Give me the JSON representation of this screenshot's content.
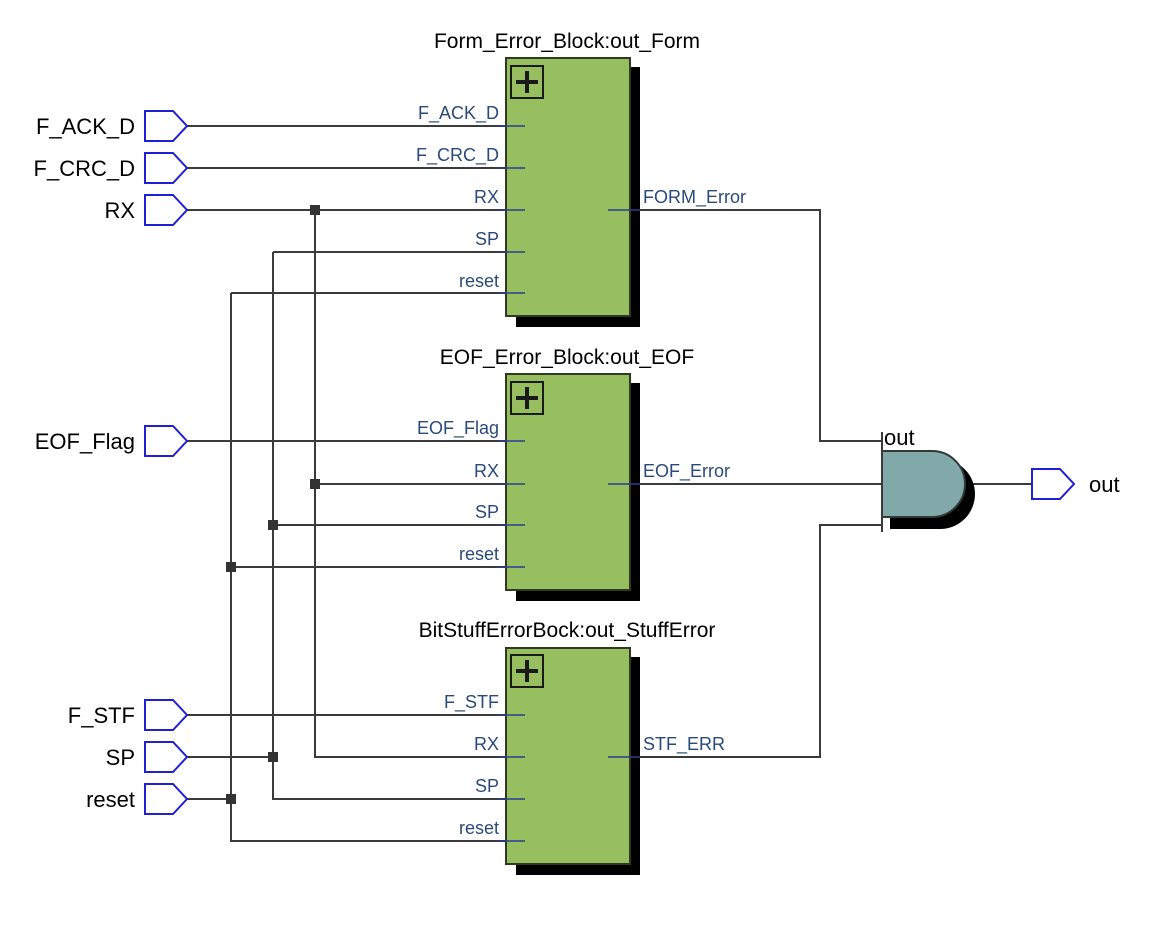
{
  "inputs": {
    "f_ack_d": "F_ACK_D",
    "f_crc_d": "F_CRC_D",
    "rx": "RX",
    "eof_flag": "EOF_Flag",
    "f_stf": "F_STF",
    "sp": "SP",
    "reset": "reset"
  },
  "output": {
    "label": "out"
  },
  "blocks": {
    "form": {
      "title": "Form_Error_Block:out_Form",
      "ports_in": [
        "F_ACK_D",
        "F_CRC_D",
        "RX",
        "SP",
        "reset"
      ],
      "port_out": "FORM_Error"
    },
    "eof": {
      "title": "EOF_Error_Block:out_EOF",
      "ports_in": [
        "EOF_Flag",
        "RX",
        "SP",
        "reset"
      ],
      "port_out": "EOF_Error"
    },
    "stuff": {
      "title": "BitStuffErrorBock:out_StuffError",
      "ports_in": [
        "F_STF",
        "RX",
        "SP",
        "reset"
      ],
      "port_out": "STF_ERR"
    }
  },
  "gate": {
    "label": "out"
  },
  "colors": {
    "block_fill": "#97bf60",
    "gate_fill": "#82a9a9",
    "pin_stroke": "#1f1fd6",
    "wire": "#3b3b3b",
    "port_text": "#2a4a7a"
  },
  "icons": {
    "expand": "plus-square-icon"
  }
}
